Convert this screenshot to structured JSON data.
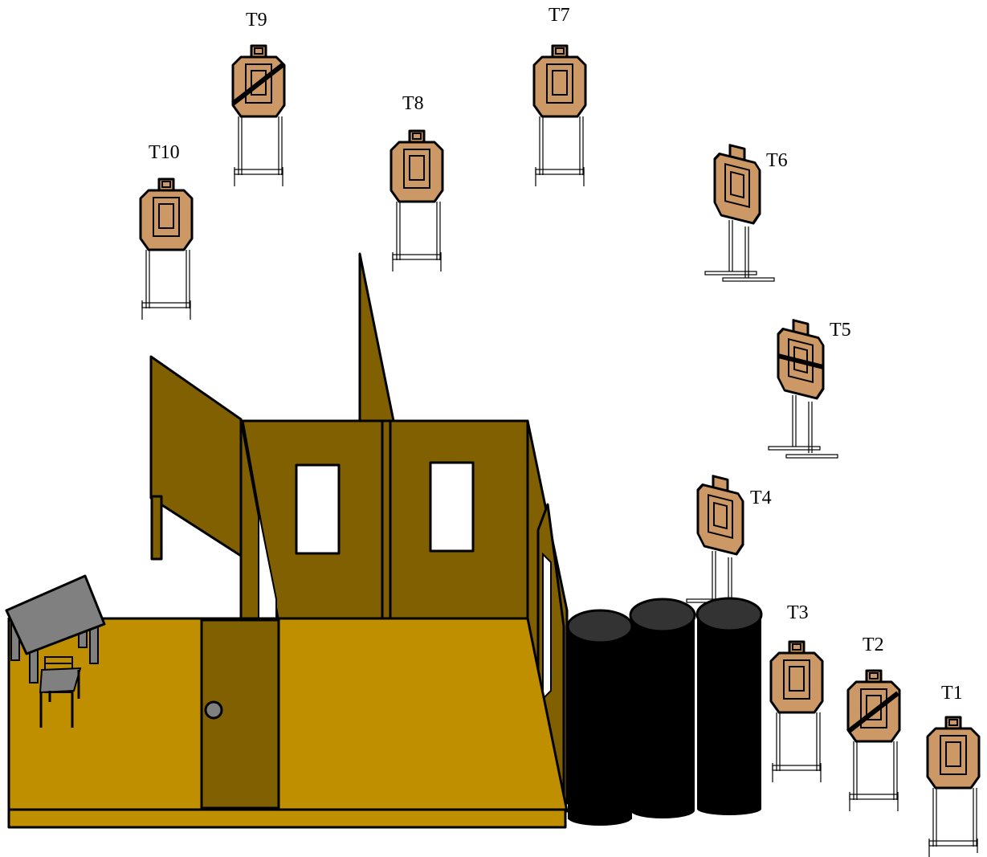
{
  "colors": {
    "target_fill": "#CC9966",
    "wall_dark": "#806000",
    "floor": "#BF8F00",
    "barrel_top": "#333333",
    "barrel_body": "#000000",
    "table_top": "#808080",
    "window": "#ffffff",
    "background": "#ffffff"
  },
  "targets": [
    {
      "id": "t1",
      "label": "T1",
      "no_shoot": false
    },
    {
      "id": "t2",
      "label": "T2",
      "no_shoot": true
    },
    {
      "id": "t3",
      "label": "T3",
      "no_shoot": false
    },
    {
      "id": "t4",
      "label": "T4",
      "no_shoot": false
    },
    {
      "id": "t5",
      "label": "T5",
      "no_shoot": true
    },
    {
      "id": "t6",
      "label": "T6",
      "no_shoot": false
    },
    {
      "id": "t7",
      "label": "T7",
      "no_shoot": false
    },
    {
      "id": "t8",
      "label": "T8",
      "no_shoot": false
    },
    {
      "id": "t9",
      "label": "T9",
      "no_shoot": true
    },
    {
      "id": "t10",
      "label": "T10",
      "no_shoot": false
    }
  ],
  "props": {
    "barrels": 3,
    "windows": 2,
    "door_knob": "door-knob-icon",
    "table": "table-icon",
    "chair": "chair-icon"
  }
}
